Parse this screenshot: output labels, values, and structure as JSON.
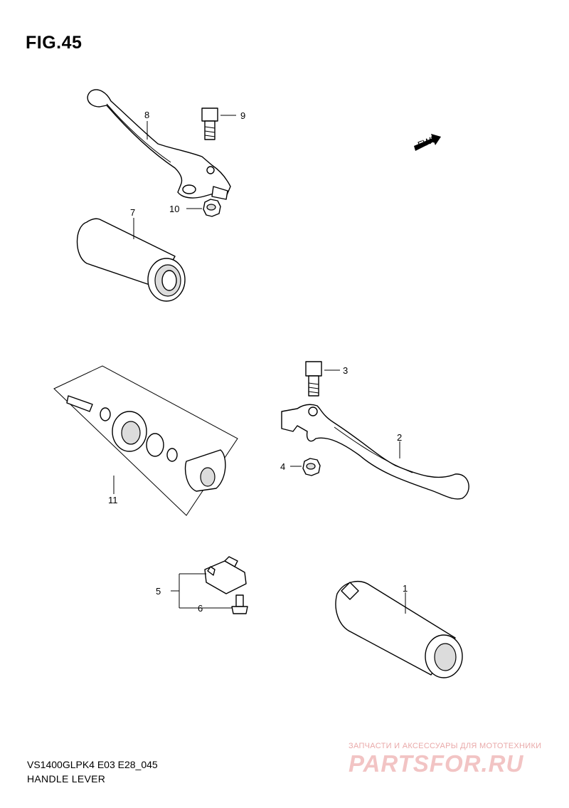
{
  "figure": {
    "title": "FIG.45",
    "code": "VS1400GLPK4 E03 E28_045",
    "subtitle": "HANDLE LEVER"
  },
  "direction_badge": "FWD",
  "callouts": [
    "1",
    "2",
    "3",
    "4",
    "5",
    "6",
    "7",
    "8",
    "9",
    "10",
    "11"
  ],
  "watermark": {
    "tagline": "ЗАПЧАСТИ И АКСЕССУАРЫ ДЛЯ МОТОТЕХНИКИ",
    "logo": "PARTSFOR.RU"
  }
}
